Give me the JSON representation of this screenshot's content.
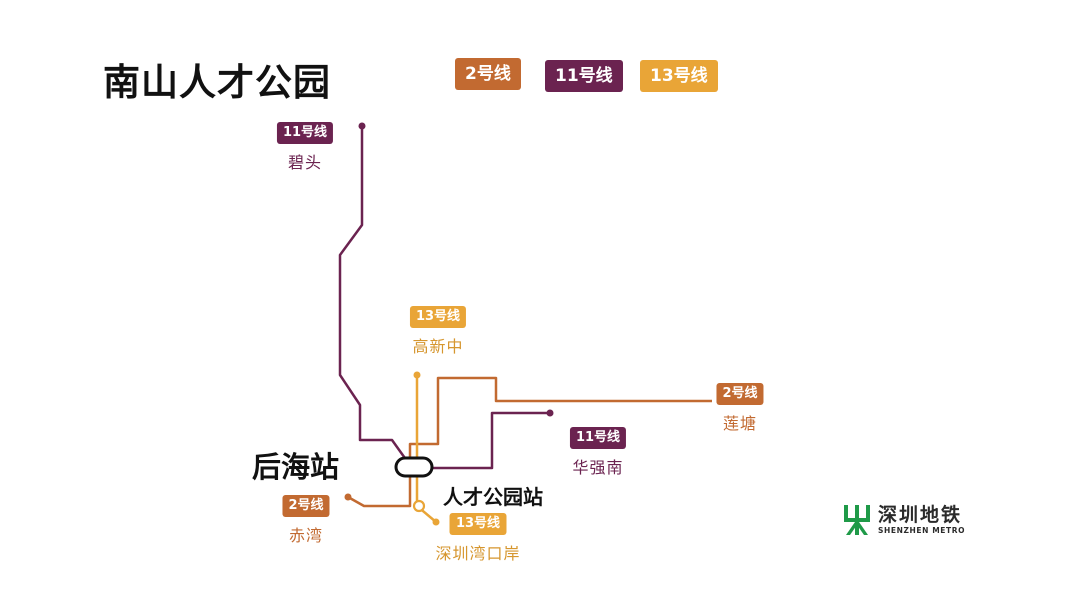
{
  "title": "南山人才公园",
  "colors": {
    "line2": "#c26a31",
    "line11": "#6b2350",
    "line13": "#e9a537"
  },
  "legend": [
    {
      "label": "2号线",
      "line": "2"
    },
    {
      "label": "11号线",
      "line": "11"
    },
    {
      "label": "13号线",
      "line": "13"
    }
  ],
  "stations": {
    "bitou": {
      "line": "11号线",
      "name": "碧头"
    },
    "gaoxinzhong": {
      "line": "13号线",
      "name": "高新中"
    },
    "liantang": {
      "line": "2号线",
      "name": "莲塘"
    },
    "huaqiangnan": {
      "line": "11号线",
      "name": "华强南"
    },
    "chiwan": {
      "line": "2号线",
      "name": "赤湾"
    },
    "shenzhenwankouan": {
      "line": "13号线",
      "name": "深圳湾口岸"
    }
  },
  "labels": {
    "houhai": "后海站",
    "rencaigongyuan": "人才公园站"
  },
  "logo": {
    "name_cn": "深圳地铁",
    "name_en": "SHENZHEN METRO",
    "icon": "shenzhen-metro-logo-icon"
  }
}
